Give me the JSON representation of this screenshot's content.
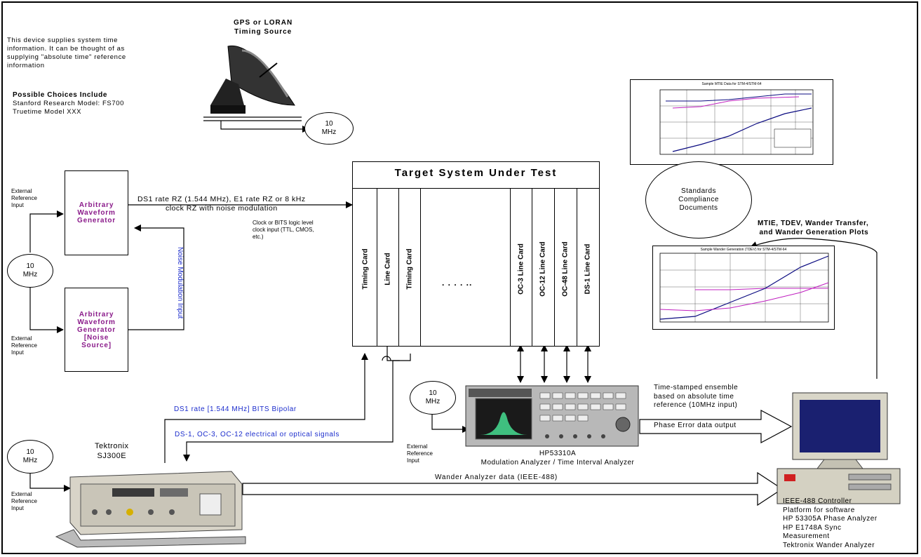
{
  "gps": {
    "title_line1": "GPS or LORAN",
    "title_line2": "Timing Source",
    "clock": "10\nMHz"
  },
  "intro": {
    "desc": "This device supplies system time\ninformation. It can be thought of as\nsupplying \"absolute time\" reference\ninformation",
    "choices_heading": "Possible Choices Include",
    "choices": "Stanford Research Model: FS700\nTruetime Model XXX"
  },
  "awg1": {
    "label": "Arbitrary\nWaveform\nGenerator",
    "ext_ref": "External\nReference\nInput"
  },
  "awg2": {
    "label": "Arbitrary\nWaveform\nGenerator\n[Noise\nSource]",
    "ext_ref": "External\nReference\nInput"
  },
  "clock_left": "10\nMHz",
  "noise_mod": "Noise Modulation Input",
  "ds1_signal": "DS1 rate RZ (1.544 MHz), E1 rate RZ or 8 kHz\nclock RZ with noise modulation",
  "bits_note": "Clock or BITS logic level\nclock input (TTL, CMOS,\netc.)",
  "target": {
    "title": "Target System Under Test",
    "cards": [
      "Timing Card",
      "Line Card",
      "Timing Card",
      ". . . . ..",
      "OC-3 Line Card",
      "OC-12 Line Card",
      "OC-48 Line Card",
      "DS-1 Line Card"
    ]
  },
  "standards": "Standards\nCompliance\nDocuments",
  "plots_label": "MTIE, TDEV, Wander Transfer,\nand Wander Generation Plots",
  "mtie_chart_title": "Sample MTIE Data for STM-4/STM-64",
  "wander_chart_title": "Sample Wander Generation (TDEV) for STM-4/STM-64",
  "ds1_bits": "DS1 rate [1.544 MHz] BITS Bipolar",
  "ds_signals": "DS-1, OC-3, OC-12 electrical or optical signals",
  "tek": {
    "name": "Tektronix\nSJ300E",
    "clock": "10\nMHz",
    "ext_ref": "External\nReference\nInput"
  },
  "hp": {
    "clock": "10\nMHz",
    "ext_ref": "External\nReference\nInput",
    "name": "HP53310A",
    "desc": "Modulation Analyzer / Time Interval Analyzer"
  },
  "timestamp_note": "Time-stamped ensemble\nbased on absolute time\nreference (10MHz input)",
  "phase_error": "Phase Error data output",
  "wander_data": "Wander Analyzer data (IEEE-488)",
  "pc_desc": "IEEE-488 Controller\nPlatform for software\nHP 53305A Phase Analyzer\nHP E1748A Sync\nMeasurement\nTektronix Wander Analyzer",
  "colors": {
    "blue_text": "#1a2bcc",
    "purple_text": "#8a1a8a",
    "hp_curve": "#3fbf7f"
  }
}
